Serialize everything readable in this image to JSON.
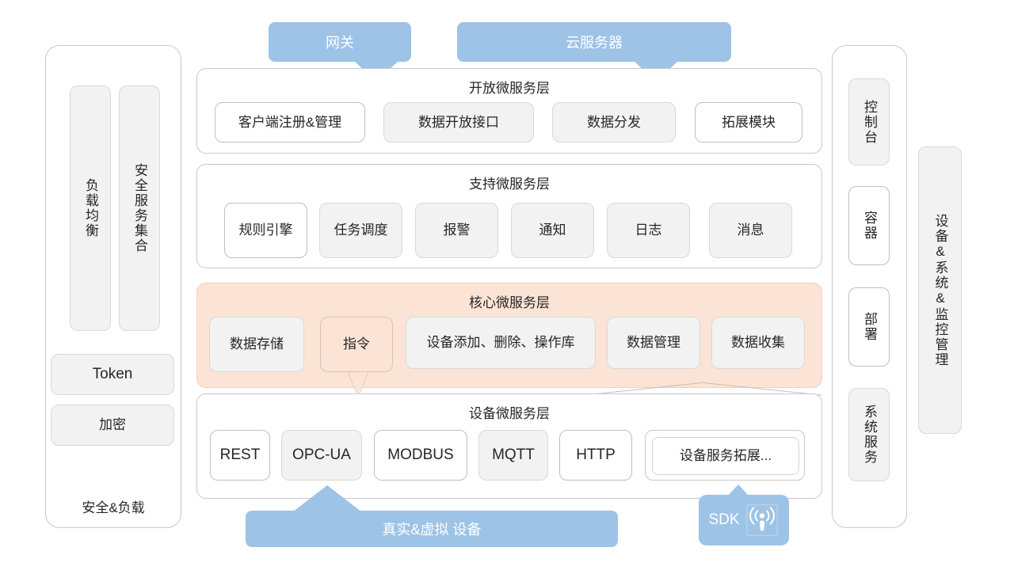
{
  "diagram": {
    "left_panel": {
      "title": "安全&负载",
      "vertical_items": [
        {
          "label": "负载均衡",
          "style": "gray"
        },
        {
          "label": "安全服务集合",
          "style": "gray"
        }
      ],
      "items": [
        {
          "label": "Token",
          "style": "gray"
        },
        {
          "label": "加密",
          "style": "gray"
        }
      ]
    },
    "callouts": {
      "gateway": "网关",
      "cloud_server": "云服务器",
      "devices": "真实&虚拟 设备",
      "sdk": "SDK",
      "sdk_icon": "broadcast-icon"
    },
    "layers": [
      {
        "id": "open",
        "title": "开放微服务层",
        "items": [
          {
            "label": "客户端注册&管理",
            "style": "white"
          },
          {
            "label": "数据开放接口",
            "style": "gray"
          },
          {
            "label": "数据分发",
            "style": "gray"
          },
          {
            "label": "拓展模块",
            "style": "white"
          }
        ]
      },
      {
        "id": "support",
        "title": "支持微服务层",
        "items": [
          {
            "label": "规则引擎",
            "style": "white"
          },
          {
            "label": "任务调度",
            "style": "gray"
          },
          {
            "label": "报警",
            "style": "gray"
          },
          {
            "label": "通知",
            "style": "gray"
          },
          {
            "label": "日志",
            "style": "gray"
          },
          {
            "label": "消息",
            "style": "gray"
          }
        ]
      },
      {
        "id": "core",
        "title": "核心微服务层",
        "accent": "#fbe4d5",
        "items": [
          {
            "label": "数据存储",
            "style": "gray"
          },
          {
            "label": "指令",
            "style": "bubble"
          },
          {
            "label": "设备添加、删除、操作库",
            "style": "gray"
          },
          {
            "label": "数据管理",
            "style": "gray"
          },
          {
            "label": "数据收集",
            "style": "gray"
          }
        ]
      },
      {
        "id": "device",
        "title": "设备微服务层",
        "items": [
          {
            "label": "REST",
            "style": "white"
          },
          {
            "label": "OPC-UA",
            "style": "gray"
          },
          {
            "label": "MODBUS",
            "style": "white"
          },
          {
            "label": "MQTT",
            "style": "gray"
          },
          {
            "label": "HTTP",
            "style": "white"
          },
          {
            "label": "设备服务拓展...",
            "style": "nested"
          }
        ]
      }
    ],
    "right_panel": {
      "items": [
        {
          "label": "控制台",
          "style": "gray"
        },
        {
          "label": "容器",
          "style": "white"
        },
        {
          "label": "部署",
          "style": "white"
        },
        {
          "label": "系统服务",
          "style": "gray"
        }
      ],
      "side_item": {
        "label": "设备&系统&监控管理",
        "style": "gray"
      }
    },
    "colors": {
      "accent_blue": "#9dc3e6",
      "accent_peach": "#fbe4d5",
      "box_gray": "#f2f2f2",
      "border_gray": "#bfbfbf"
    }
  }
}
